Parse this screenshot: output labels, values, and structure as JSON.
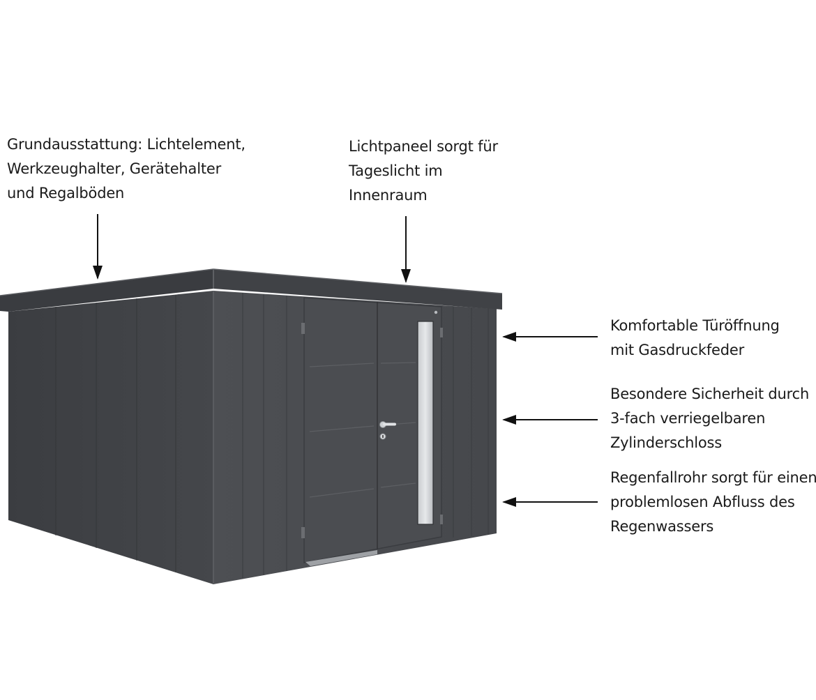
{
  "annotations": [
    {
      "id": "equipment",
      "lines": [
        "Grundausstattung: Lichtelement,",
        "Werkzeughalter, Gerätehalter",
        "und Regalböden"
      ]
    },
    {
      "id": "light-panel",
      "lines": [
        "Lichtpaneel sorgt für",
        "Tageslicht im",
        "Innenraum"
      ]
    },
    {
      "id": "door-opening",
      "lines": [
        "Komfortable Türöffnung",
        "mit Gasdruckfeder"
      ]
    },
    {
      "id": "security",
      "lines": [
        "Besondere Sicherheit durch",
        "3-fach verriegelbaren",
        "Zylinderschloss"
      ]
    },
    {
      "id": "downpipe",
      "lines": [
        "Regenfallrohr sorgt für einen",
        "problemlosen Abfluss des",
        "Regenwassers"
      ]
    }
  ],
  "colors": {
    "shed_front": "#4a4c50",
    "shed_side": "#3f4145",
    "roof": "#3a3c40",
    "text": "#1a1a1a",
    "arrow": "#111111"
  }
}
